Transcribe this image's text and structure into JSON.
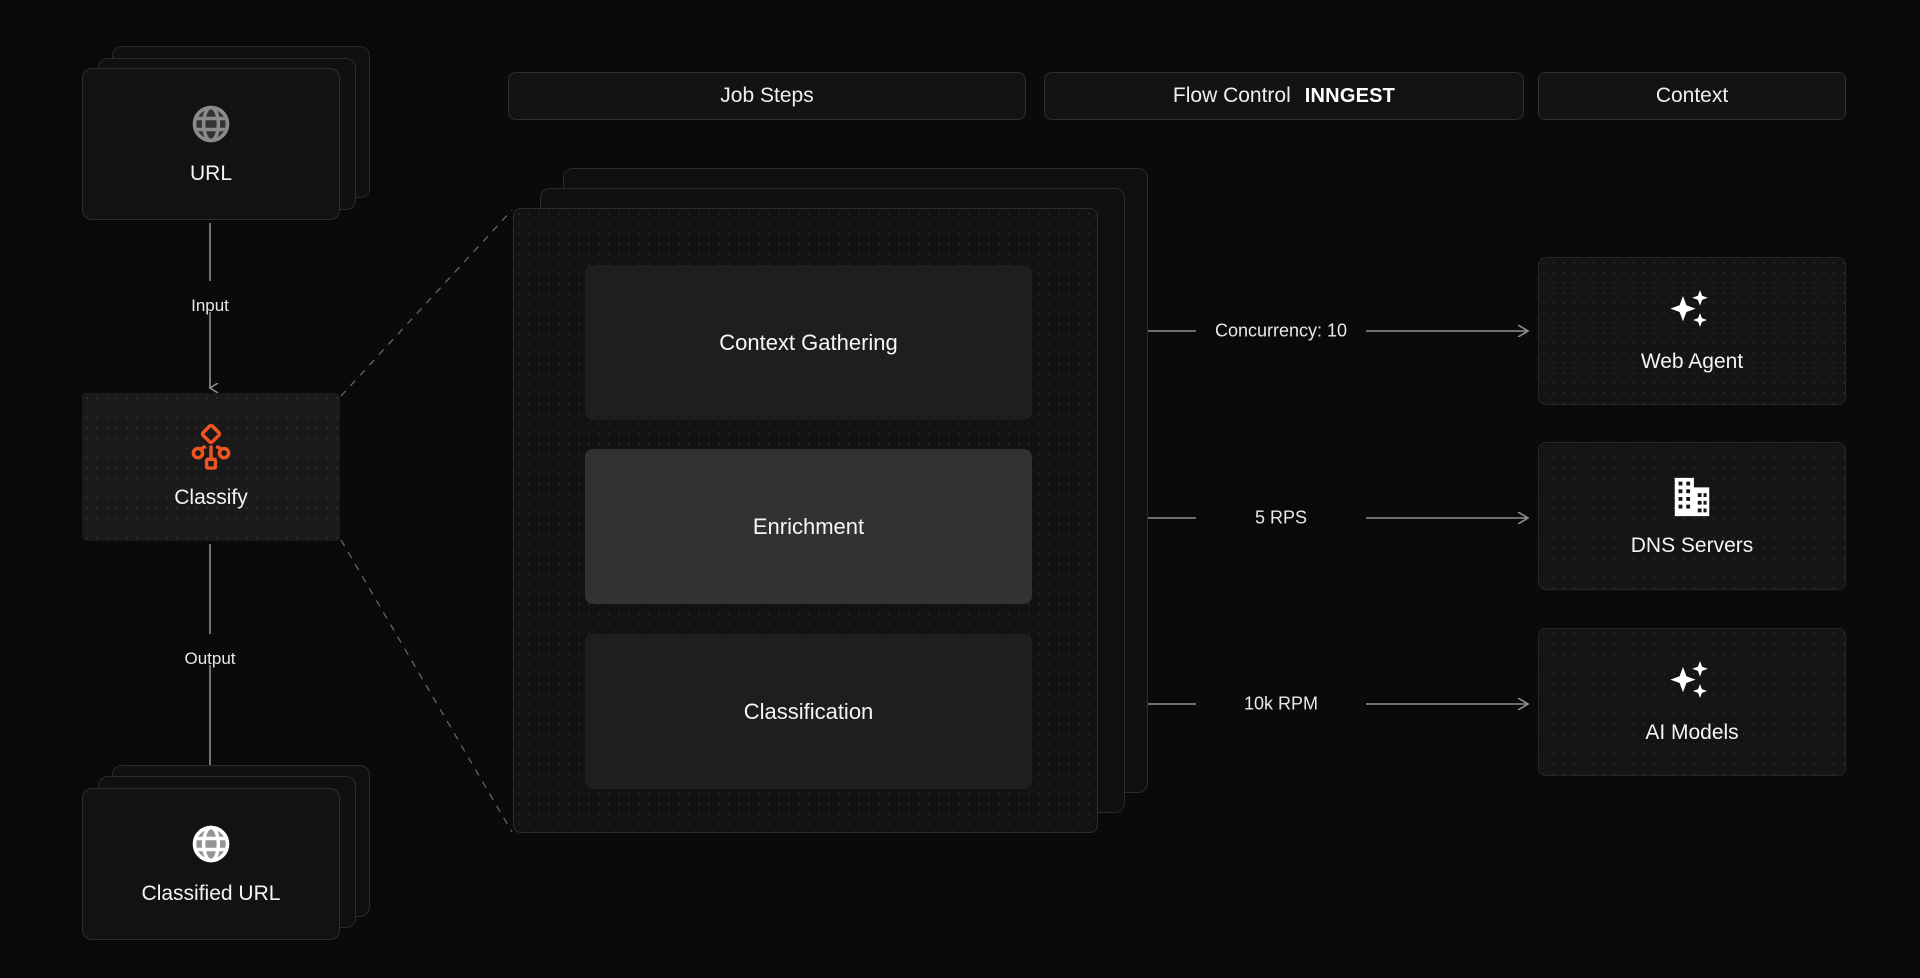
{
  "header": {
    "tabs": [
      {
        "label": "Job Steps",
        "name": "job-steps"
      },
      {
        "label": "Flow Control",
        "name": "flow-control",
        "brand": "INNGEST"
      },
      {
        "label": "Context",
        "name": "context"
      }
    ]
  },
  "pipeline": {
    "input_node": {
      "label": "URL",
      "icon": "globe-icon",
      "stacked": true,
      "icon_color": "#8a8a8a"
    },
    "input_edge_label": "Input",
    "process_node": {
      "label": "Classify",
      "icon": "branch-flow-icon",
      "icon_color": "#f05423"
    },
    "output_edge_label": "Output",
    "output_node": {
      "label": "Classified URL",
      "icon": "globe-icon",
      "stacked": true,
      "icon_color": "#ffffff"
    }
  },
  "job_steps": {
    "stack_depth": 3,
    "steps": [
      {
        "label": "Context Gathering",
        "active": false
      },
      {
        "label": "Enrichment",
        "active": true
      },
      {
        "label": "Classification",
        "active": false
      }
    ]
  },
  "flow_control": {
    "edges": [
      {
        "label": "Concurrency: 10",
        "from": "Context Gathering",
        "to": "Web Agent"
      },
      {
        "label": "5 RPS",
        "from": "Enrichment",
        "to": "DNS Servers"
      },
      {
        "label": "10k RPM",
        "from": "Classification",
        "to": "AI Models"
      }
    ]
  },
  "context": {
    "cards": [
      {
        "label": "Web Agent",
        "icon": "sparkles-icon"
      },
      {
        "label": "DNS Servers",
        "icon": "building-icon"
      },
      {
        "label": "AI Models",
        "icon": "sparkles-icon"
      }
    ]
  },
  "colors": {
    "background": "#0a0a0a",
    "accent": "#f05423",
    "card": "#121212",
    "card_active": "#323232",
    "border": "#2e2e2e",
    "text": "#f2f2f2",
    "connector": "#8e8e8e"
  }
}
